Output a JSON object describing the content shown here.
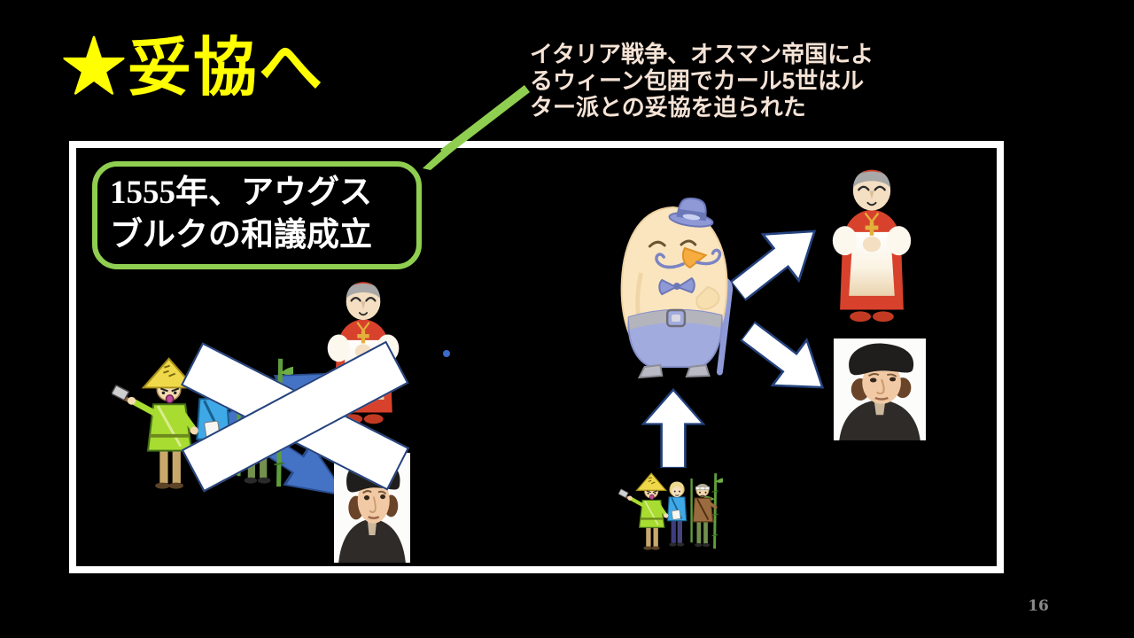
{
  "slide": {
    "title": "★妥協へ",
    "page_number": "16"
  },
  "annotation": {
    "line1": "イタリア戦争、オスマン帝国によ",
    "line2": "るウィーン包囲でカール5世はル",
    "line3": "ター派との妥協を迫られた"
  },
  "callout": {
    "line1": "1555年、アウグス",
    "line2": "ブルクの和議成立"
  },
  "icons": {
    "green_arrow": "green-callout-arrow",
    "rejection_x": "white-x-cross-mark",
    "peasant_group": "peasant-trio-illustration",
    "cardinal": "catholic-cardinal-illustration",
    "luther": "martin-luther-portrait",
    "bird": "old-gentleman-bird-illustration",
    "block_arrow_up": "up-block-arrow",
    "block_arrow_up_right": "up-right-block-arrow",
    "block_arrow_down_right": "down-right-block-arrow",
    "blue_arrow_up_right": "blue-block-arrow-to-cardinal",
    "blue_arrow_down_right": "blue-block-arrow-to-luther",
    "blue_dot": "small-blue-dot"
  },
  "colors": {
    "background": "#000000",
    "title_yellow": "#FFFF00",
    "annotation_text": "#F5E3D6",
    "green_accent": "#8FCE50",
    "callout_text": "#FFFFFF",
    "frame_border": "#FFFFFF",
    "blue_arrow": "#4472C4",
    "arrow_outline": "#24427E",
    "page_number_gray": "#8A8A8A"
  }
}
